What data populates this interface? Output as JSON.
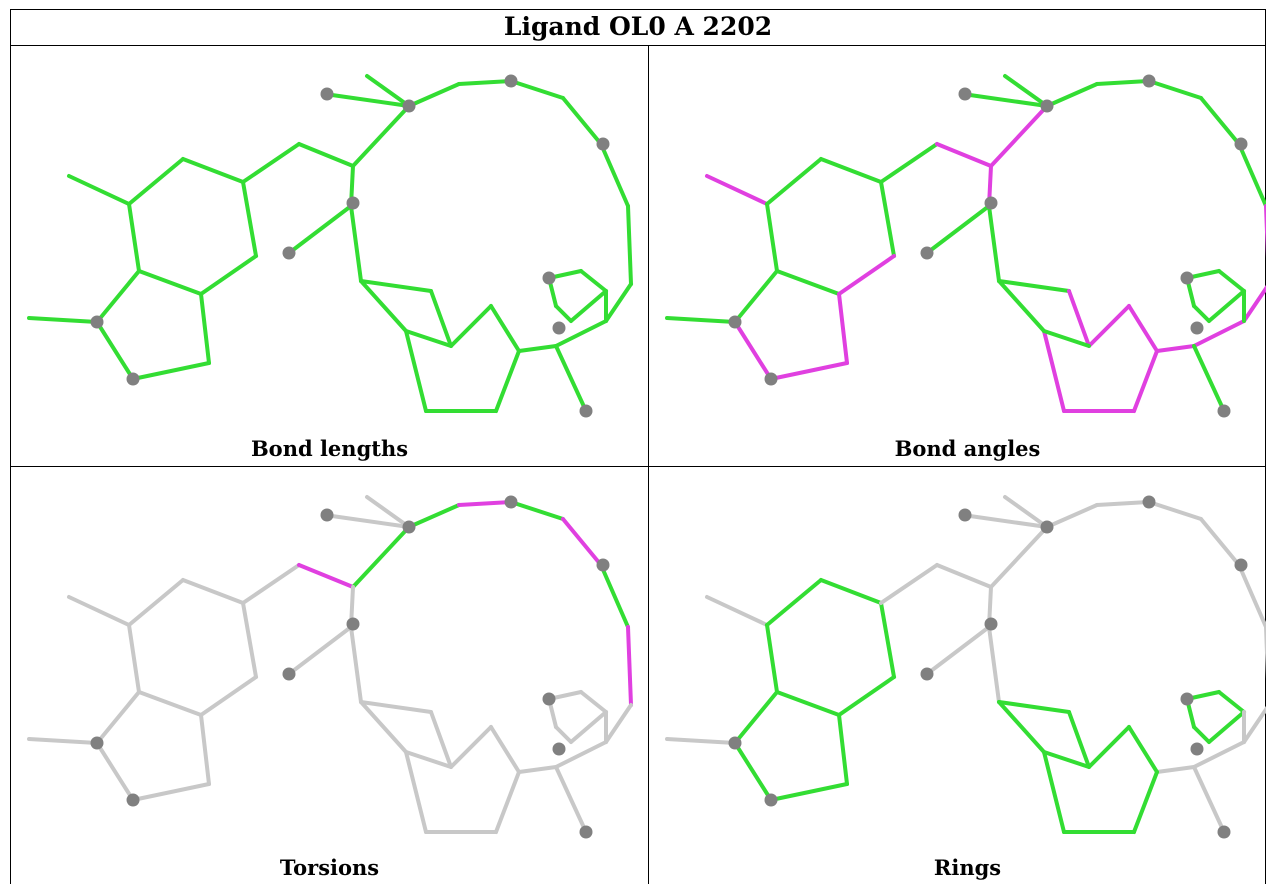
{
  "title": "Ligand OL0 A 2202",
  "colors": {
    "ok": "#33dd33",
    "outlier": "#e040e0",
    "none": "#c8c8c8",
    "atom": "#808080"
  },
  "panels": [
    {
      "caption": "Bond lengths",
      "mode": "base",
      "base_color": "ok",
      "highlight": []
    },
    {
      "caption": "Bond angles",
      "mode": "base",
      "base_color": "ok",
      "highlight": [
        "fused_ring_right_edge",
        "left_methyl",
        "five_ring_bottom",
        "macro_upper_left",
        "macro_right_lower",
        "cyclopentane",
        "link_to_pyrrole"
      ]
    },
    {
      "caption": "Torsions",
      "mode": "gray",
      "base_color": "none",
      "highlight": []
    },
    {
      "caption": "Rings",
      "mode": "gray",
      "base_color": "none",
      "highlight": []
    }
  ]
}
